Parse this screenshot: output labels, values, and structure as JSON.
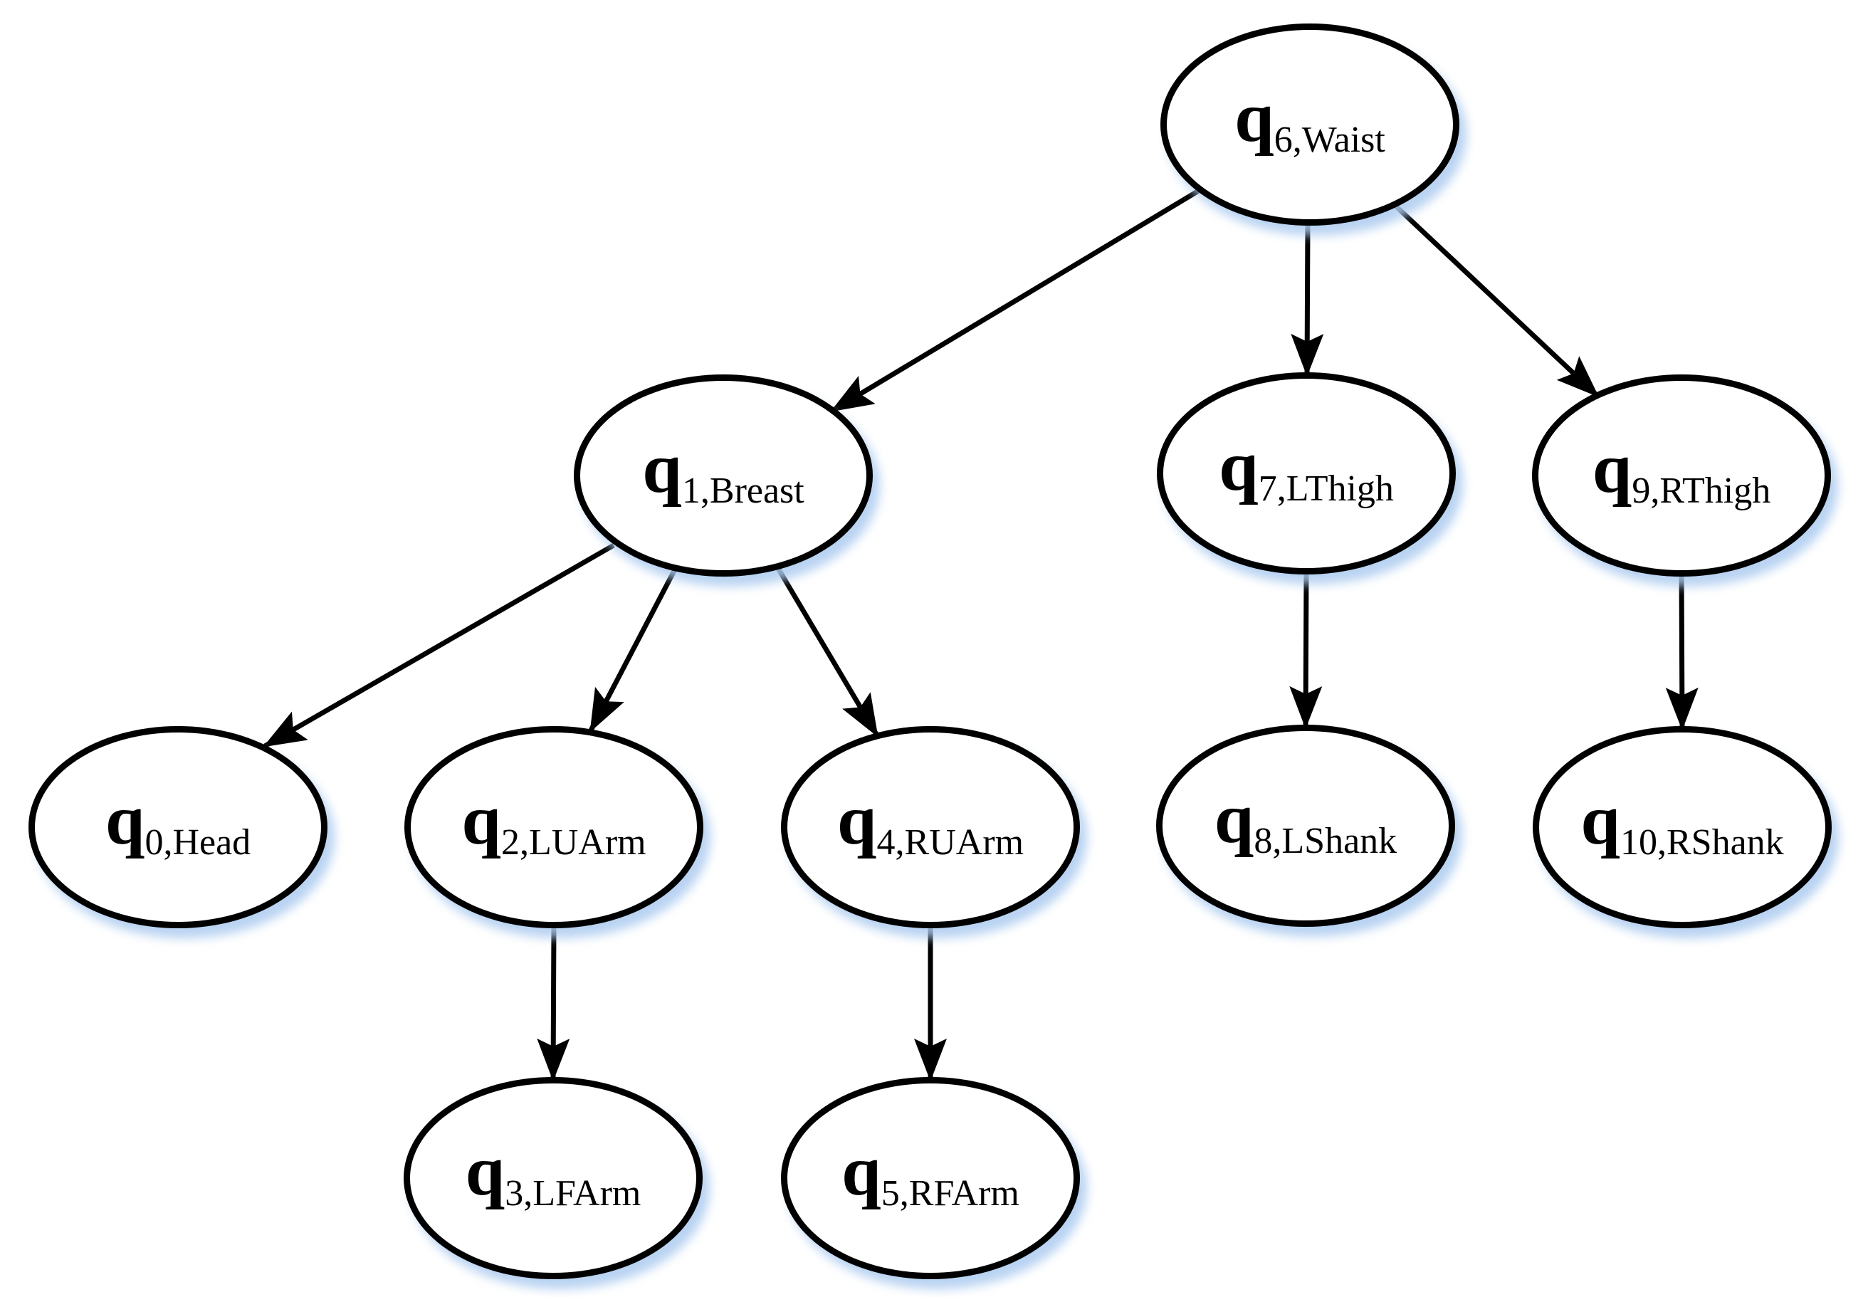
{
  "diagram": {
    "type": "tree",
    "background_color": "#ffffff",
    "node_fill": "#ffffff",
    "node_stroke": "#000000",
    "edge_color": "#000000",
    "shadow_color": "#adcbf0"
  },
  "nodes": {
    "q6": {
      "symbol": "q",
      "subscript": "6,Waist",
      "label": "q6,Waist"
    },
    "q1": {
      "symbol": "q",
      "subscript": "1,Breast",
      "label": "q1,Breast"
    },
    "q7": {
      "symbol": "q",
      "subscript": "7,LThigh",
      "label": "q7,LThigh"
    },
    "q9": {
      "symbol": "q",
      "subscript": "9,RThigh",
      "label": "q9,RThigh"
    },
    "q0": {
      "symbol": "q",
      "subscript": "0,Head",
      "label": "q0,Head"
    },
    "q2": {
      "symbol": "q",
      "subscript": "2,LUArm",
      "label": "q2,LUArm"
    },
    "q4": {
      "symbol": "q",
      "subscript": "4,RUArm",
      "label": "q4,RUArm"
    },
    "q8": {
      "symbol": "q",
      "subscript": "8,LShank",
      "label": "q8,LShank"
    },
    "q10": {
      "symbol": "q",
      "subscript": "10,RShank",
      "label": "q10,RShank"
    },
    "q3": {
      "symbol": "q",
      "subscript": "3,LFArm",
      "label": "q3,LFArm"
    },
    "q5": {
      "symbol": "q",
      "subscript": "5,RFArm",
      "label": "q5,RFArm"
    }
  },
  "edges": [
    {
      "from": "q6",
      "to": "q1"
    },
    {
      "from": "q6",
      "to": "q7"
    },
    {
      "from": "q6",
      "to": "q9"
    },
    {
      "from": "q1",
      "to": "q0"
    },
    {
      "from": "q1",
      "to": "q2"
    },
    {
      "from": "q1",
      "to": "q4"
    },
    {
      "from": "q2",
      "to": "q3"
    },
    {
      "from": "q4",
      "to": "q5"
    },
    {
      "from": "q7",
      "to": "q8"
    },
    {
      "from": "q9",
      "to": "q10"
    }
  ]
}
